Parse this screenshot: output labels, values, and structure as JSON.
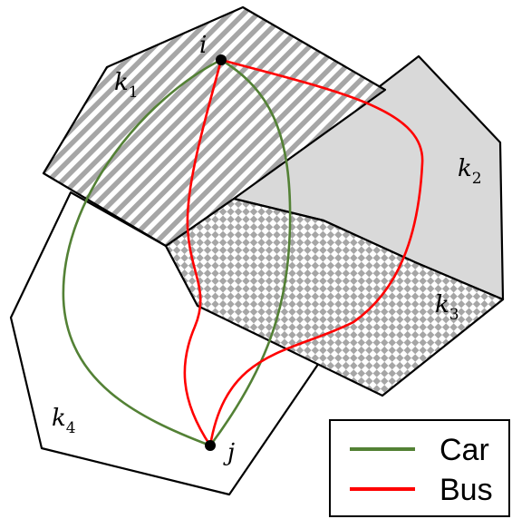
{
  "diagram": {
    "nodes": {
      "origin": {
        "label": "i"
      },
      "destination": {
        "label": "j"
      }
    },
    "regions": [
      {
        "id": "k1",
        "base": "k",
        "sub": "1",
        "fill": "diagonal-stripes"
      },
      {
        "id": "k2",
        "base": "k",
        "sub": "2",
        "fill": "solid-gray"
      },
      {
        "id": "k3",
        "base": "k",
        "sub": "3",
        "fill": "checkerboard"
      },
      {
        "id": "k4",
        "base": "k",
        "sub": "4",
        "fill": "white"
      }
    ],
    "legend": {
      "items": [
        {
          "label": "Car",
          "color": "#538135"
        },
        {
          "label": "Bus",
          "color": "#ff0000"
        }
      ]
    },
    "colors": {
      "car": "#538135",
      "bus": "#ff0000",
      "gray_fill": "#d9d9d9",
      "pattern_gray": "#a6a6a6",
      "outline": "#000000"
    }
  }
}
